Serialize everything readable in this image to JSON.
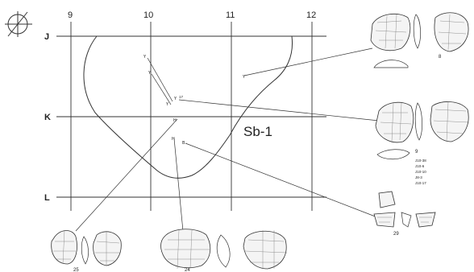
{
  "grid": {
    "columns": [
      "9",
      "10",
      "11",
      "12"
    ],
    "rows": [
      "J",
      "K",
      "L"
    ]
  },
  "feature": {
    "label": "Sb-1"
  },
  "finds": [
    {
      "symbol": "Y",
      "tag": ""
    },
    {
      "symbol": "Y",
      "tag": ""
    },
    {
      "symbol": "Y",
      "tag": "17"
    },
    {
      "symbol": "Y",
      "tag": ""
    },
    {
      "symbol": "Y",
      "tag": ""
    },
    {
      "symbol": "H",
      "tag": ""
    },
    {
      "symbol": "H",
      "tag": ""
    },
    {
      "symbol": "B",
      "tag": ""
    }
  ],
  "artifacts": [
    {
      "number": "8"
    },
    {
      "number": "9",
      "refs": [
        "J10-38",
        "J10-6",
        "J10-10",
        "J8-3",
        "J10-17"
      ]
    },
    {
      "number": "29"
    },
    {
      "number": "25"
    },
    {
      "number": "24"
    }
  ],
  "colors": {
    "ink": "#333333",
    "paper": "#ffffff",
    "stone_fill": "#f4f4f4"
  }
}
